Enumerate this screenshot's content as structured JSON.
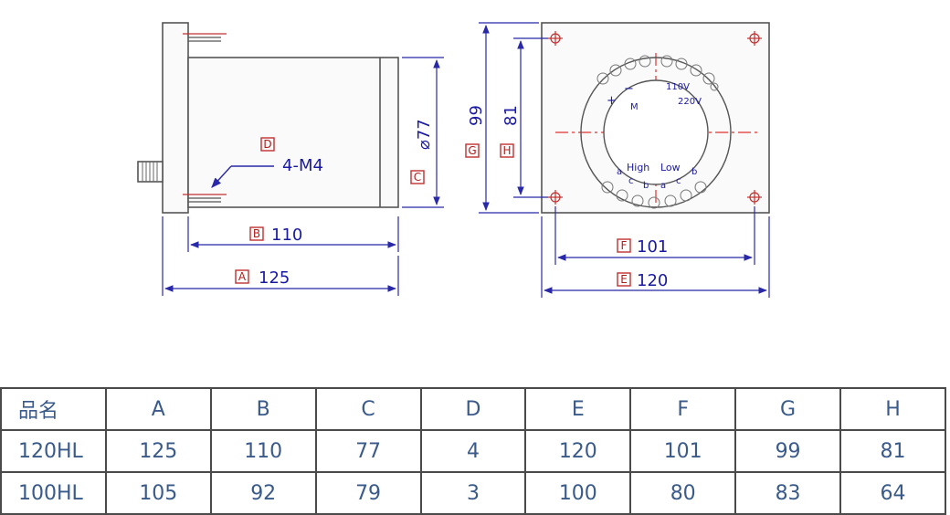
{
  "labels": {
    "box_A": "A",
    "box_B": "B",
    "box_C": "C",
    "box_D": "D",
    "box_E": "E",
    "box_F": "F",
    "box_G": "G",
    "box_H": "H",
    "dim_125": "125",
    "dim_110": "110",
    "dim_77": "⌀77",
    "dim_4m4": "4-M4",
    "dim_120": "120",
    "dim_101": "101",
    "dim_99": "99",
    "dim_81": "81",
    "v110": "110V",
    "v220": "220V",
    "m": "M",
    "plus": "+",
    "minus": "−",
    "high": "High",
    "low": "Low",
    "term_a": "a",
    "term_b": "b",
    "term_c": "c"
  },
  "table": {
    "headers": [
      "品名",
      "A",
      "B",
      "C",
      "D",
      "E",
      "F",
      "G",
      "H"
    ],
    "rows": [
      [
        "120HL",
        "125",
        "110",
        "77",
        "4",
        "120",
        "101",
        "99",
        "81"
      ],
      [
        "100HL",
        "105",
        "92",
        "79",
        "3",
        "100",
        "80",
        "83",
        "64"
      ]
    ]
  },
  "colors": {
    "dimension": "#1a1aa0",
    "label_box": "#b01c1c",
    "centerline": "#e03030",
    "table_text": "#3a5a8a"
  }
}
